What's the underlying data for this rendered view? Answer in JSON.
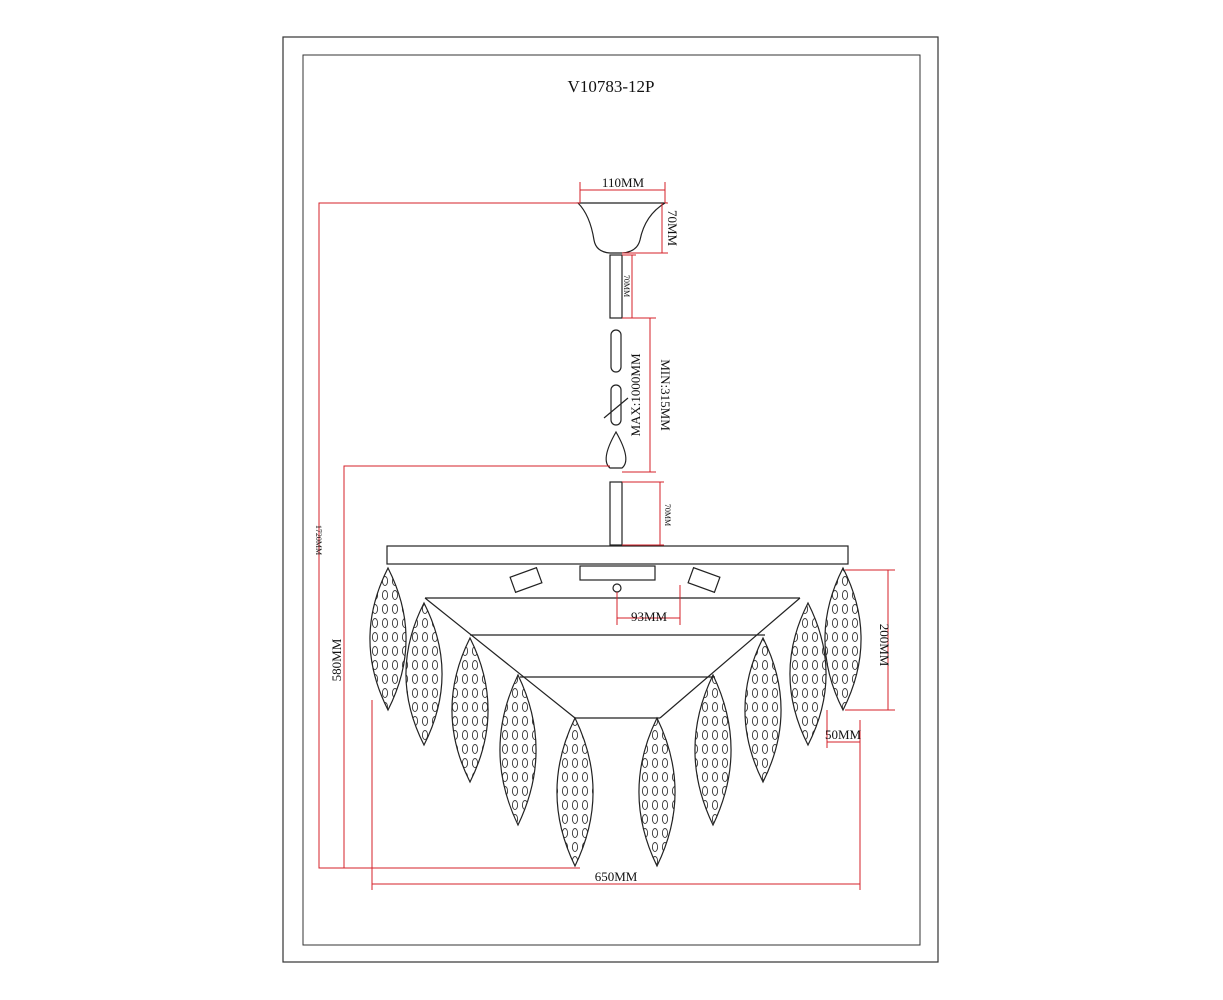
{
  "title": "V10783-12P",
  "dimensions": {
    "canopy_width": "110MM",
    "canopy_height": "70MM",
    "upper_rod": "70MM",
    "chain_max": "MAX:1000MM",
    "chain_min": "MIN:315MM",
    "lower_rod": "70MM",
    "total_height": "1720MM",
    "body_height": "580MM",
    "center_width": "93MM",
    "leaf_height": "200MM",
    "leaf_width": "50MM",
    "diameter": "650MM"
  },
  "colors": {
    "dimension_line": "#d4202a",
    "drawing": "#222222"
  }
}
